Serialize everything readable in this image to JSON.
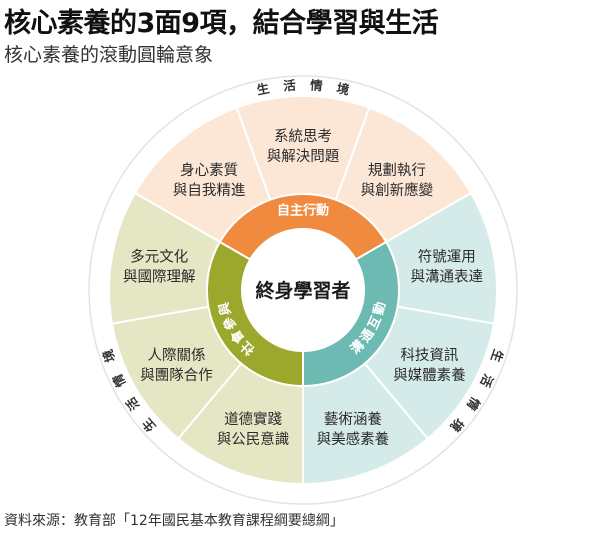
{
  "header": {
    "title": "核心素養的3面9項，結合學習與生活",
    "subtitle": "核心素養的滾動圓輪意象"
  },
  "footer": {
    "source": "資料來源：教育部「12年國民基本教育課程綱要總綱」"
  },
  "diagram": {
    "center": "終身學習者",
    "outer_label": "生活情境",
    "colors": {
      "self": "#ef8a3f",
      "self_light": "#fce6d6",
      "social": "#9ba82c",
      "social_light": "#e4e6c4",
      "comm": "#6dbab3",
      "comm_light": "#d5ebea",
      "ring": "#ffffff",
      "ring_border": "#e3e3e3",
      "center_fill": "#ffffff"
    },
    "domains": [
      {
        "id": "self",
        "name": "自主行動",
        "items": [
          {
            "line1": "身心素質",
            "line2": "與自我精進"
          },
          {
            "line1": "系統思考",
            "line2": "與解決問題"
          },
          {
            "line1": "規劃執行",
            "line2": "與創新應變"
          }
        ]
      },
      {
        "id": "comm",
        "name": "溝通互動",
        "items": [
          {
            "line1": "符號運用",
            "line2": "與溝通表達"
          },
          {
            "line1": "科技資訊",
            "line2": "與媒體素養"
          },
          {
            "line1": "藝術涵養",
            "line2": "與美感素養"
          }
        ]
      },
      {
        "id": "social",
        "name": "社會參與",
        "items": [
          {
            "line1": "道德實踐",
            "line2": "與公民意識"
          },
          {
            "line1": "人際關係",
            "line2": "與團隊合作"
          },
          {
            "line1": "多元文化",
            "line2": "與國際理解"
          }
        ]
      }
    ]
  }
}
